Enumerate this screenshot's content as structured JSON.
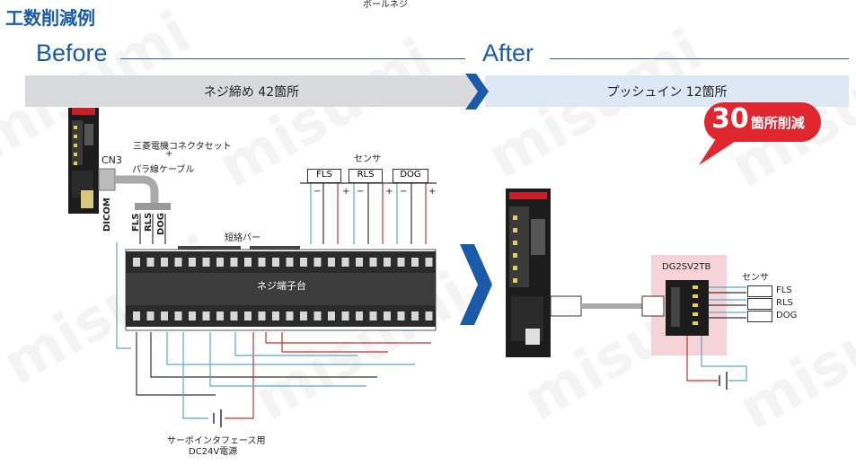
{
  "title": "工数削減例",
  "top_note": "ボールネジ",
  "before": {
    "heading": "Before",
    "bar_label": "ネジ締め 42箇所",
    "connector_label": "CN3",
    "cable_label_line1": "三菱電機コネクタセット",
    "cable_label_plus": "+",
    "cable_label_line2": "パラ線ケーブル",
    "wire_labels": [
      "DICOM",
      "FLS",
      "RLS",
      "DOG"
    ],
    "short_bar_label": "短絡バー",
    "terminal_block_label": "ネジ端子台",
    "sensor_title": "センサ",
    "sensors": [
      "FLS",
      "RLS",
      "DOG"
    ],
    "polarity_minus": "−",
    "polarity_plus": "+",
    "power_label_line1": "サーボインタフェース用",
    "power_label_line2": "DC24V電源"
  },
  "after": {
    "heading": "After",
    "bar_label": "プッシュイン 12箇所",
    "badge_number": "30",
    "badge_text": "箇所削減",
    "terminal_model": "DG2SV2TB",
    "sensor_title": "センサ",
    "sensors": [
      "FLS",
      "RLS",
      "DOG"
    ]
  },
  "watermark": "misumi",
  "colors": {
    "brand_blue": "#1a5aa8",
    "badge_red": "#e0262e",
    "wire_red": "#c83232",
    "wire_blue": "#5aa8c8",
    "highlight_pink": "#f6d3d8"
  }
}
